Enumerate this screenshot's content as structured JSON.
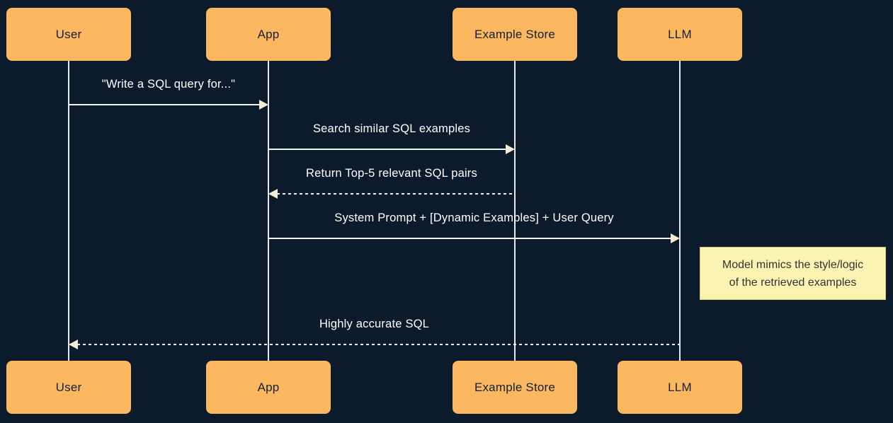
{
  "diagram": {
    "type": "sequence-diagram",
    "colors": {
      "background": "#0c1b2c",
      "actor_fill": "#fbb861",
      "actor_text": "#14202e",
      "line": "#f4f4f4",
      "arrowhead": "#f3edd6",
      "note_fill": "#faf3b1",
      "note_text": "#333333",
      "message_text": "#ffffff"
    },
    "actors": [
      {
        "id": "user",
        "label": "User"
      },
      {
        "id": "app",
        "label": "App"
      },
      {
        "id": "example-store",
        "label": "Example Store"
      },
      {
        "id": "llm",
        "label": "LLM"
      }
    ],
    "messages": [
      {
        "from": "User",
        "to": "App",
        "label": "\"Write a SQL query for...\"",
        "style": "solid"
      },
      {
        "from": "App",
        "to": "Example Store",
        "label": "Search similar SQL examples",
        "style": "solid"
      },
      {
        "from": "Example Store",
        "to": "App",
        "label": "Return Top-5 relevant SQL pairs",
        "style": "dashed"
      },
      {
        "from": "App",
        "to": "LLM",
        "label": "System Prompt + [Dynamic Examples] + User Query",
        "style": "solid"
      },
      {
        "from": "LLM",
        "to": "User",
        "label": "Highly accurate SQL",
        "style": "dashed"
      }
    ],
    "note": {
      "anchor": "LLM",
      "lines": [
        "Model mimics the style/logic",
        "of the retrieved examples"
      ]
    }
  }
}
